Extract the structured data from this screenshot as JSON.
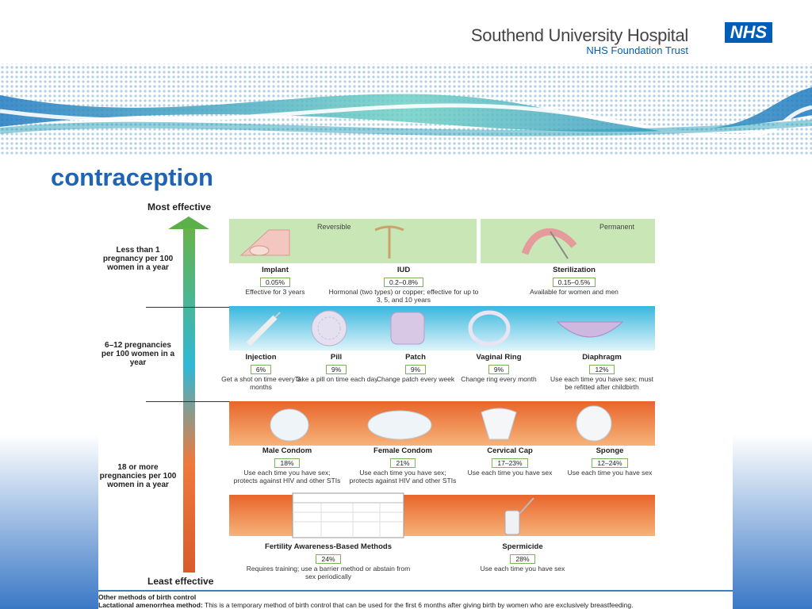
{
  "header": {
    "hospital": "Southend University Hospital",
    "trust": "NHS Foundation Trust",
    "badge": "NHS"
  },
  "slide": {
    "title": "contraception"
  },
  "chart": {
    "top_label": "Most effective",
    "bottom_label": "Least effective",
    "tier_labels": [
      "Less than 1 pregnancy per 100 women in a year",
      "6–12 pregnancies per 100 women in a year",
      "18 or more pregnancies per 100 women in a year"
    ],
    "reversible_label": "Reversible",
    "permanent_label": "Permanent",
    "tier1": [
      {
        "name": "Implant",
        "rate": "0.05%",
        "desc": "Effective for 3 years"
      },
      {
        "name": "IUD",
        "rate": "0.2–0.8%",
        "desc": "Hormonal (two types) or copper; effective for up to 3, 5, and 10 years"
      },
      {
        "name": "Sterilization",
        "rate": "0.15–0.5%",
        "desc": "Available for women and men"
      }
    ],
    "tier2": [
      {
        "name": "Injection",
        "rate": "6%",
        "desc": "Get a shot on time every 3 months"
      },
      {
        "name": "Pill",
        "rate": "9%",
        "desc": "Take a pill on time each day"
      },
      {
        "name": "Patch",
        "rate": "9%",
        "desc": "Change patch every week"
      },
      {
        "name": "Vaginal Ring",
        "rate": "9%",
        "desc": "Change ring every month"
      },
      {
        "name": "Diaphragm",
        "rate": "12%",
        "desc": "Use each time you have sex; must be refitted after childbirth"
      }
    ],
    "tier3": [
      {
        "name": "Male Condom",
        "rate": "18%",
        "desc": "Use each time you have sex; protects against HIV and other STIs"
      },
      {
        "name": "Female Condom",
        "rate": "21%",
        "desc": "Use each time you have sex; protects against HIV and other STIs"
      },
      {
        "name": "Cervical Cap",
        "rate": "17–23%",
        "desc": "Use each time you have sex"
      },
      {
        "name": "Sponge",
        "rate": "12–24%",
        "desc": "Use each time you have sex"
      }
    ],
    "tier4": [
      {
        "name": "Fertility Awareness-Based Methods",
        "rate": "24%",
        "desc": "Requires training; use a barrier method or abstain from sex periodically"
      },
      {
        "name": "Spermicide",
        "rate": "28%",
        "desc": "Use each time you have sex"
      }
    ],
    "footer_title": "Other methods of birth control",
    "footer_lam_label": "Lactational amenorrhea method:",
    "footer_lam_text": "This is a temporary method of birth control that can be used for the first 6 months after giving birth by women who are exclusively breastfeeding."
  }
}
